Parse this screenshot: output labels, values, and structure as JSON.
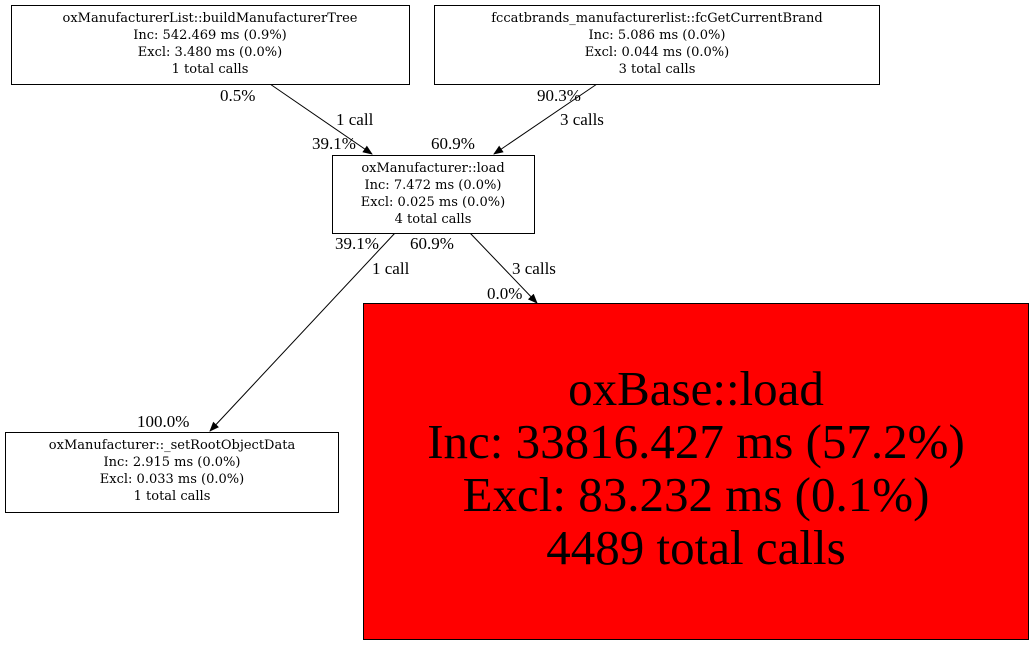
{
  "nodes": {
    "build_tree": {
      "name": "oxManufacturerList::buildManufacturerTree",
      "inc": "Inc: 542.469 ms (0.9%)",
      "excl": "Excl: 3.480 ms (0.0%)",
      "calls": "1 total calls"
    },
    "get_brand": {
      "name": "fccatbrands_manufacturerlist::fcGetCurrentBrand",
      "inc": "Inc: 5.086 ms (0.0%)",
      "excl": "Excl: 0.044 ms (0.0%)",
      "calls": "3 total calls"
    },
    "manufacturer_load": {
      "name": "oxManufacturer::load",
      "inc": "Inc: 7.472 ms (0.0%)",
      "excl": "Excl: 0.025 ms (0.0%)",
      "calls": "4 total calls"
    },
    "set_root": {
      "name": "oxManufacturer::_setRootObjectData",
      "inc": "Inc: 2.915 ms (0.0%)",
      "excl": "Excl: 0.033 ms (0.0%)",
      "calls": "1 total calls"
    },
    "base_load": {
      "name": "oxBase::load",
      "inc": "Inc: 33816.427 ms (57.2%)",
      "excl": "Excl: 83.232 ms (0.1%)",
      "calls": "4489 total calls",
      "color": "#ff0000"
    }
  },
  "edges": {
    "build_to_load": {
      "tail": "0.5%",
      "calls": "1 call",
      "head": "39.1%"
    },
    "brand_to_load": {
      "tail": "90.3%",
      "calls": "3 calls",
      "head": "60.9%"
    },
    "load_to_root": {
      "tail": "39.1%",
      "calls": "1 call",
      "head": "100.0%"
    },
    "load_to_base": {
      "tail": "60.9%",
      "calls": "3 calls",
      "head": "0.0%"
    }
  }
}
